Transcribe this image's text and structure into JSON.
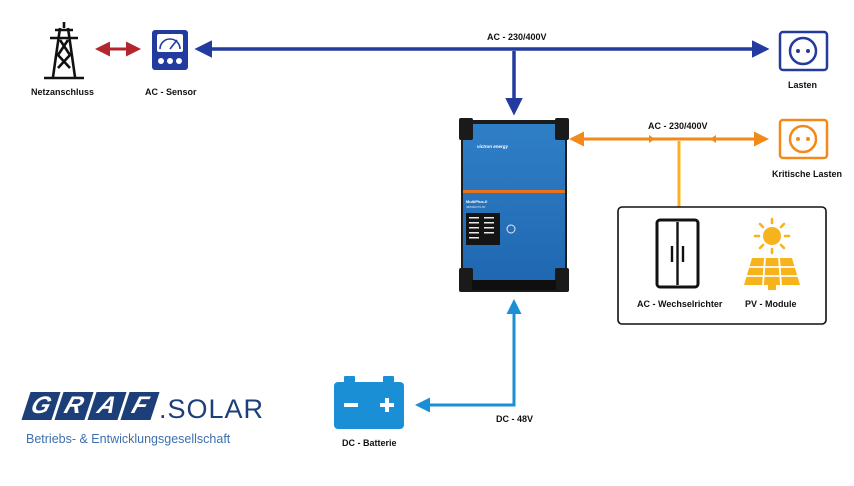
{
  "nodes": {
    "grid": "Netzanschluss",
    "sensor": "AC - Sensor",
    "loads": "Lasten",
    "critical_loads": "Kritische Lasten",
    "inverter": "AC - Wechselrichter",
    "pv": "PV - Module",
    "battery": "DC - Batterie"
  },
  "links": {
    "ac_main": "AC - 230/400V",
    "ac_critical": "AC - 230/400V",
    "dc": "DC - 48V"
  },
  "device": {
    "brand": "victron energy",
    "model": "MultiPlus-II",
    "model_sub": "48/5000/70-50"
  },
  "logo": {
    "letters": [
      "G",
      "R",
      "A",
      "F"
    ],
    "suffix": ".SOLAR",
    "tagline": "Betriebs- & Entwicklungsgesellschaft"
  },
  "colors": {
    "ac_main": "#233a9e",
    "ac_critical": "#f28a1a",
    "pv_link": "#f7b31b",
    "dc": "#1a8fd6",
    "sensor_link": "#b3262e",
    "logo_blue": "#1c3f7a"
  }
}
